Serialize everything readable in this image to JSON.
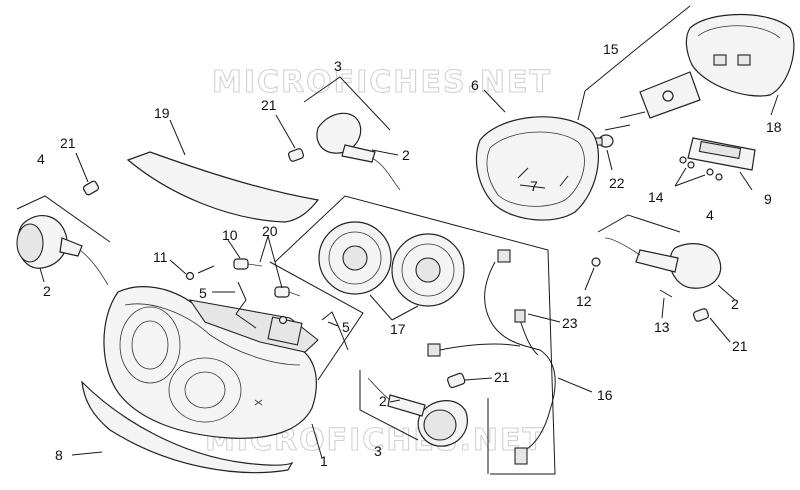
{
  "watermark": {
    "text": "MICROFICHES.NET"
  },
  "callouts": [
    {
      "id": "c15",
      "text": "15"
    },
    {
      "id": "c3a",
      "text": "3"
    },
    {
      "id": "c6",
      "text": "6"
    },
    {
      "id": "c21a",
      "text": "21"
    },
    {
      "id": "c19",
      "text": "19"
    },
    {
      "id": "c2a",
      "text": "2"
    },
    {
      "id": "c18",
      "text": "18"
    },
    {
      "id": "c21b",
      "text": "21"
    },
    {
      "id": "c4a",
      "text": "4"
    },
    {
      "id": "c7",
      "text": "7"
    },
    {
      "id": "c22",
      "text": "22"
    },
    {
      "id": "c14",
      "text": "14"
    },
    {
      "id": "c9",
      "text": "9"
    },
    {
      "id": "c4b",
      "text": "4"
    },
    {
      "id": "c10",
      "text": "10"
    },
    {
      "id": "c20",
      "text": "20"
    },
    {
      "id": "c11",
      "text": "11"
    },
    {
      "id": "c2b",
      "text": "2"
    },
    {
      "id": "c5a",
      "text": "5"
    },
    {
      "id": "c12",
      "text": "12"
    },
    {
      "id": "c2c",
      "text": "2"
    },
    {
      "id": "c13",
      "text": "13"
    },
    {
      "id": "c23",
      "text": "23"
    },
    {
      "id": "c5b",
      "text": "5"
    },
    {
      "id": "c17",
      "text": "17"
    },
    {
      "id": "c21c",
      "text": "21"
    },
    {
      "id": "c21d",
      "text": "21"
    },
    {
      "id": "c16",
      "text": "16"
    },
    {
      "id": "c2d",
      "text": "2"
    },
    {
      "id": "c3b",
      "text": "3"
    },
    {
      "id": "c8",
      "text": "8"
    },
    {
      "id": "c1",
      "text": "1"
    }
  ]
}
